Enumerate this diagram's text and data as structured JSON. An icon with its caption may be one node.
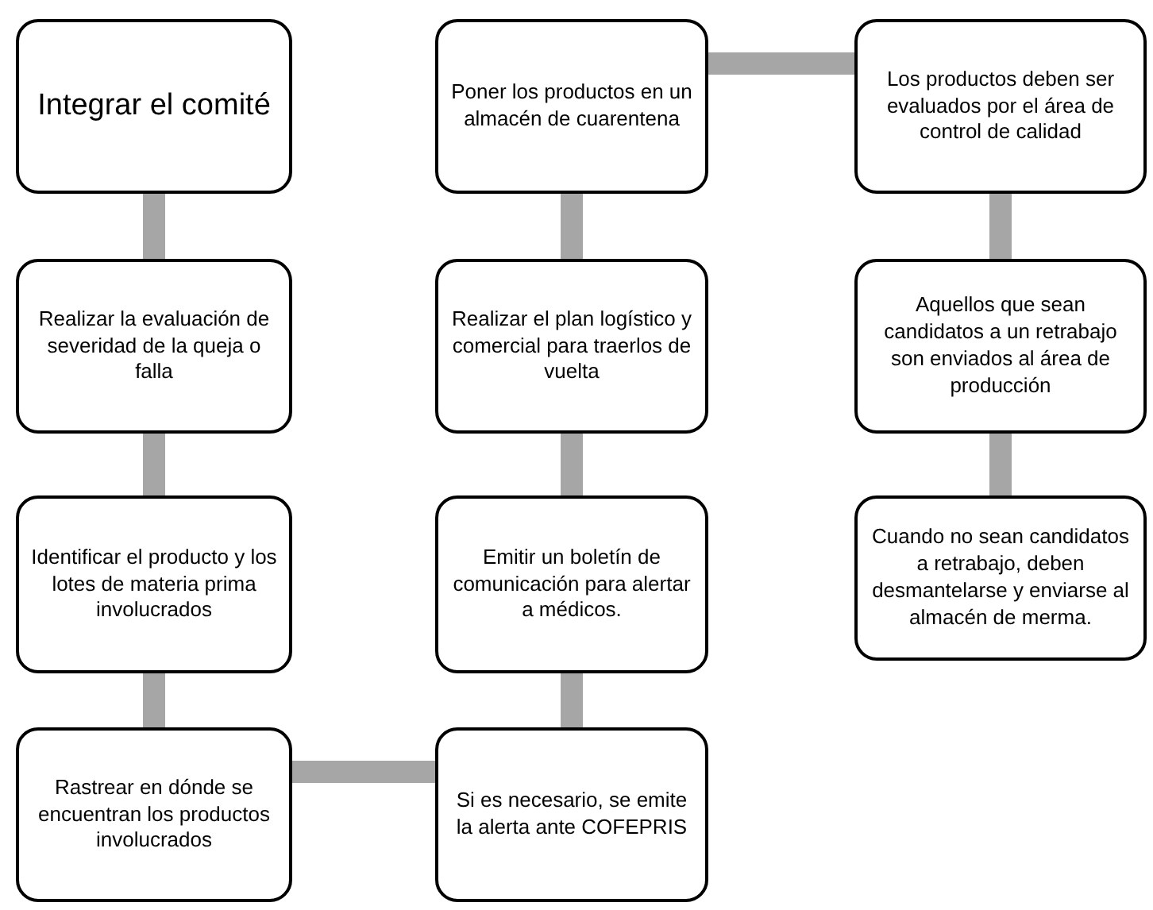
{
  "diagram": {
    "nodes": [
      {
        "text": [
          "Integrar el comité"
        ]
      },
      {
        "text": [
          "Realizar la evaluación de severidad de la queja o falla"
        ]
      },
      {
        "text": [
          "Identificar el producto y los lotes de materia prima involucrados"
        ]
      },
      {
        "text": [
          "Rastrear en dónde se encuentran los productos involucrados"
        ]
      },
      {
        "text": [
          "Poner los productos en un almacén de cuarentena"
        ]
      },
      {
        "text": [
          "Realizar el plan logístico y comercial para traerlos de vuelta"
        ]
      },
      {
        "text": [
          "Emitir un boletín de comunicación para alertar a médicos."
        ]
      },
      {
        "text": [
          "Si es necesario, se emite la alerta ante COFEPRIS"
        ]
      },
      {
        "text": [
          "Los productos deben ser evaluados por el área de control de calidad"
        ]
      },
      {
        "text": [
          "Aquellos que sean candidatos a un retrabajo son enviados al área de producción"
        ]
      },
      {
        "text": [
          "Cuando no sean candidatos a retrabajo, deben desmantelarse y enviarse al almacén de merma."
        ]
      }
    ],
    "edges": [
      {
        "from": 0,
        "to": 1,
        "arrow": "none"
      },
      {
        "from": 1,
        "to": 2,
        "arrow": "none"
      },
      {
        "from": 2,
        "to": 3,
        "arrow": "none"
      },
      {
        "from": 3,
        "to": 7,
        "arrow": "none"
      },
      {
        "from": 7,
        "to": 6,
        "arrow": "none"
      },
      {
        "from": 6,
        "to": 5,
        "arrow": "none"
      },
      {
        "from": 5,
        "to": 4,
        "arrow": "none"
      },
      {
        "from": 4,
        "to": 8,
        "arrow": "none"
      },
      {
        "from": 8,
        "to": 9,
        "arrow": "none"
      },
      {
        "from": 9,
        "to": 10,
        "arrow": "none"
      }
    ]
  }
}
